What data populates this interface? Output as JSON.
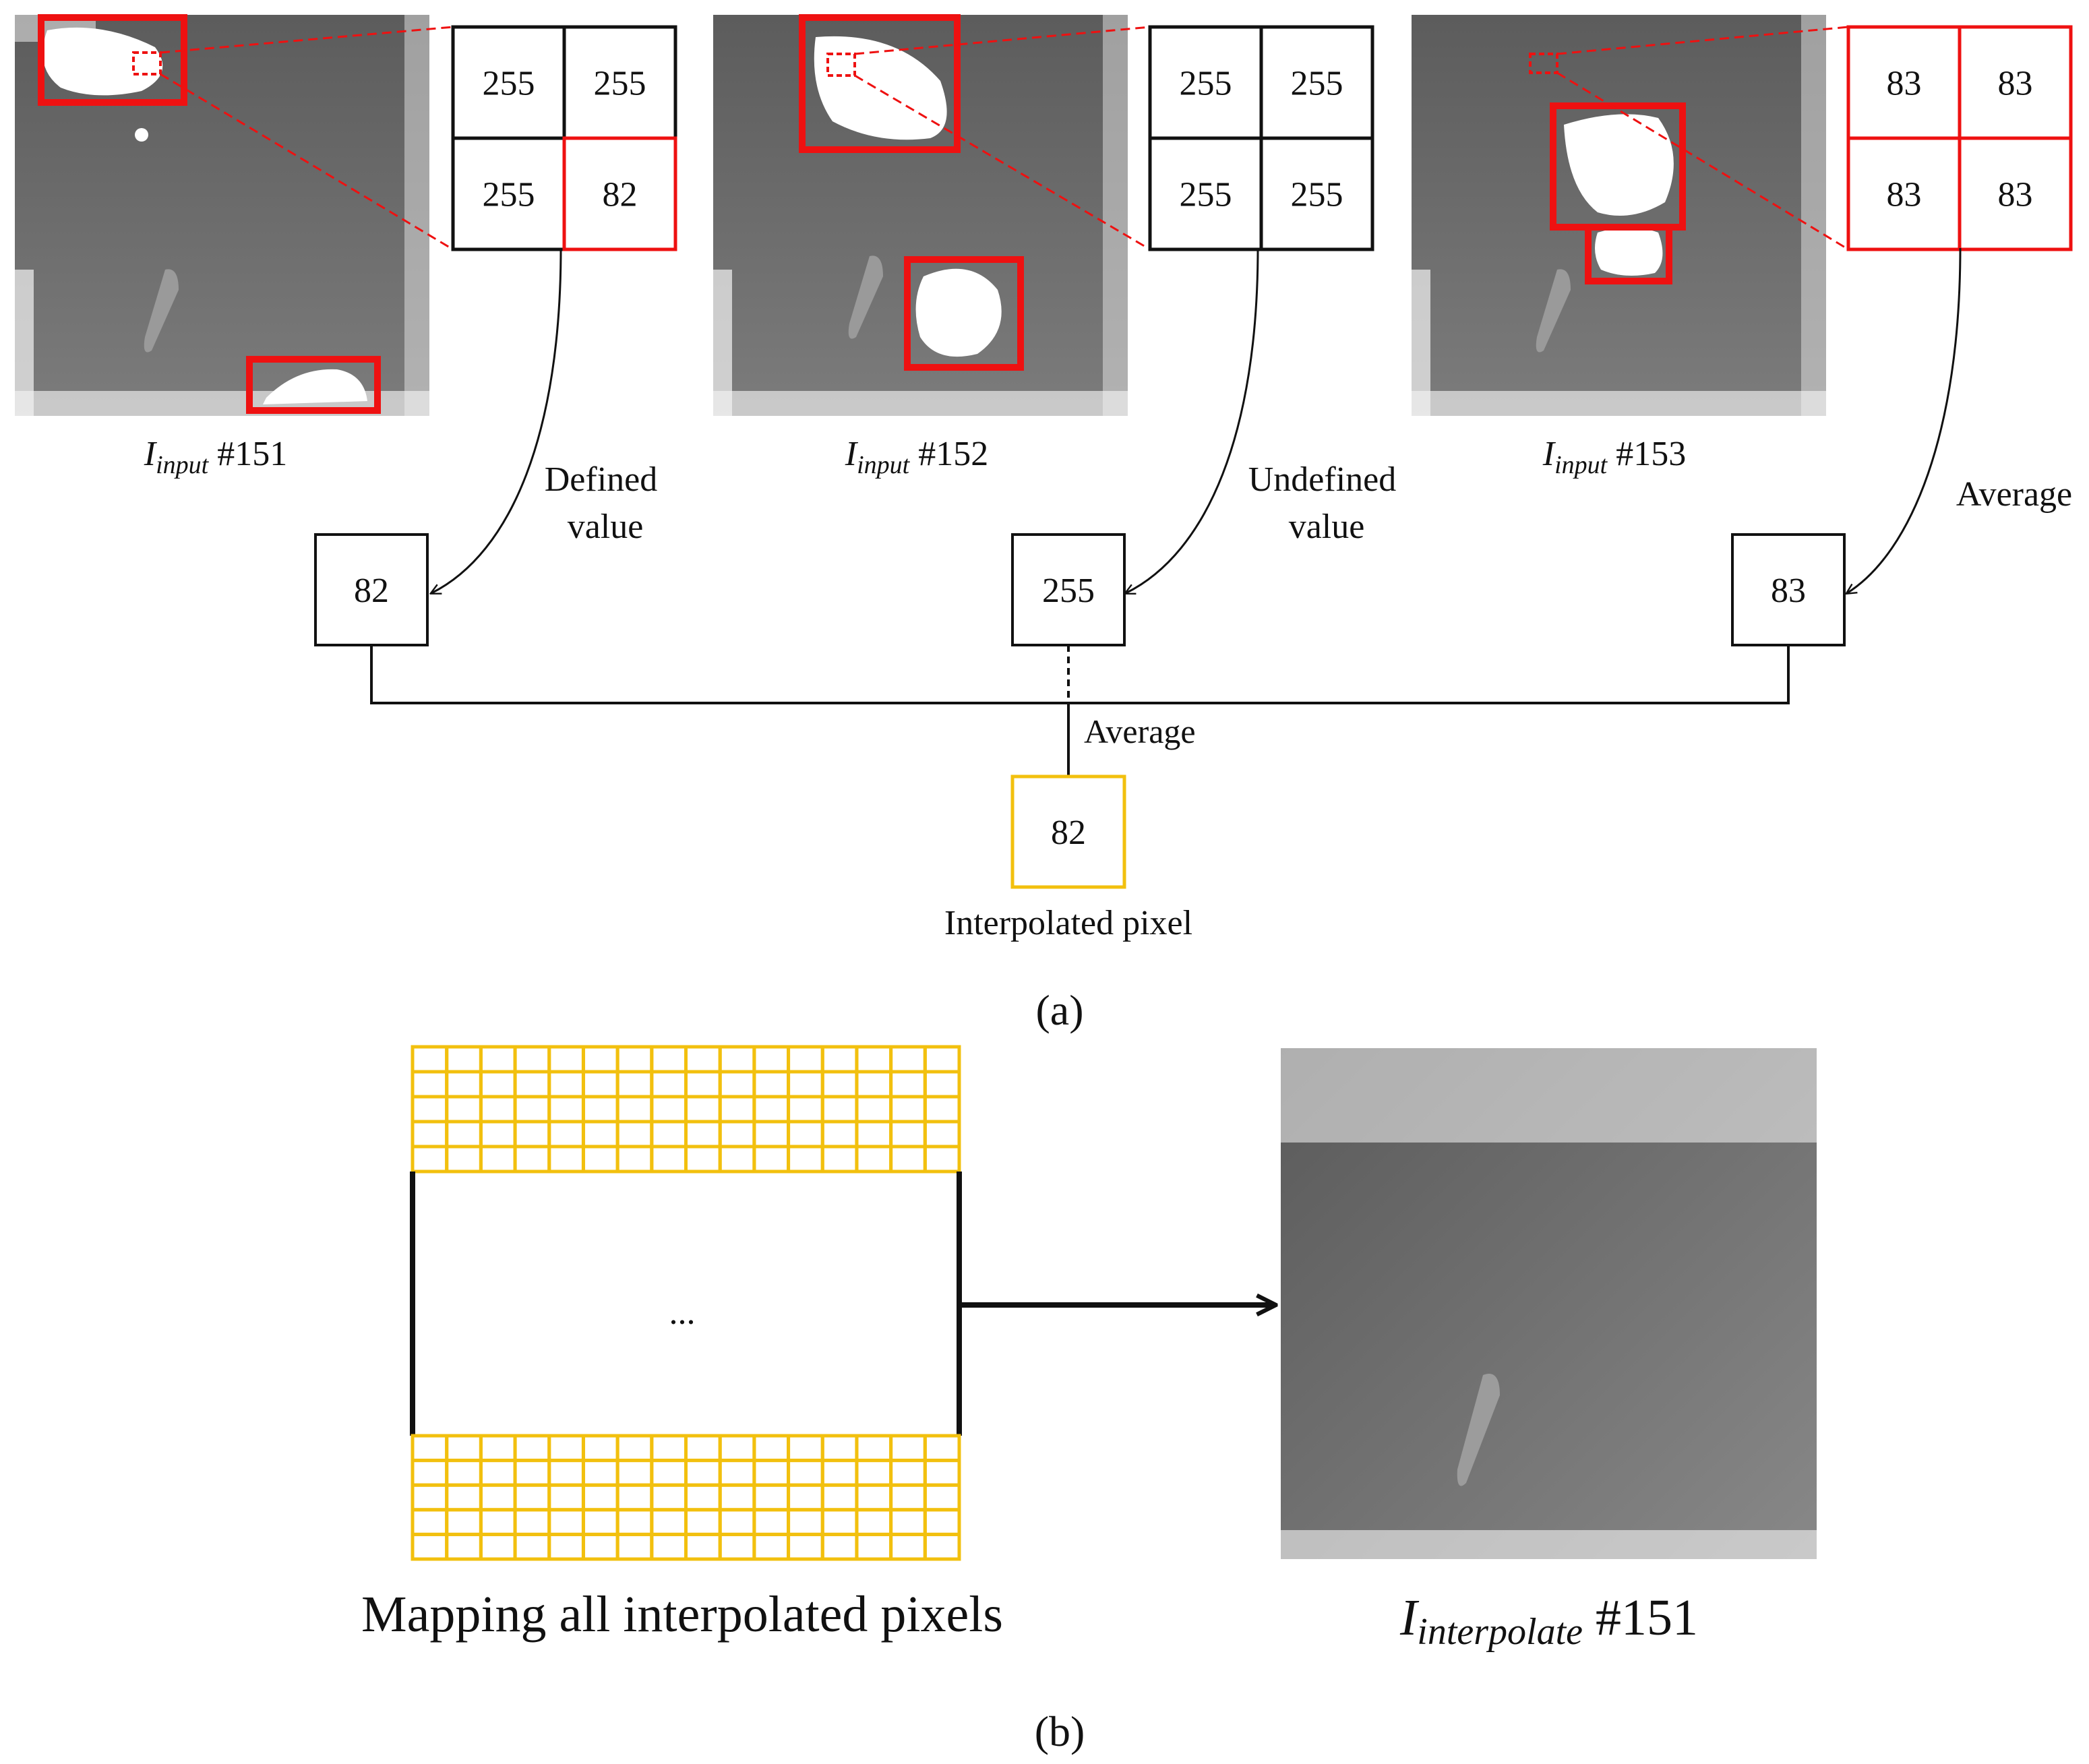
{
  "panel_a": {
    "frames": [
      {
        "label_var": "I",
        "label_sub": "input",
        "label_num": " #151",
        "zoom_values": [
          "255",
          "255",
          "255",
          "82"
        ],
        "highlighted_cells": [
          3
        ],
        "annotation_lines": [
          "Defined",
          "value"
        ],
        "selected_value": "82"
      },
      {
        "label_var": "I",
        "label_sub": "input",
        "label_num": " #152",
        "zoom_values": [
          "255",
          "255",
          "255",
          "255"
        ],
        "highlighted_cells": [],
        "annotation_lines": [
          "Undefined",
          "value"
        ],
        "selected_value": "255"
      },
      {
        "label_var": "I",
        "label_sub": "input",
        "label_num": " #153",
        "zoom_values": [
          "83",
          "83",
          "83",
          "83"
        ],
        "highlighted_cells": [
          0,
          1,
          2,
          3
        ],
        "annotation_lines": [
          "Average"
        ],
        "selected_value": "83"
      }
    ],
    "merge_label": "Average",
    "result_value": "82",
    "result_label": "Interpolated pixel",
    "caption": "(a)"
  },
  "panel_b": {
    "grid_label": "Mapping all interpolated pixels",
    "ellipsis": "...",
    "output_var": "I",
    "output_sub": "interpolate",
    "output_num": " #151",
    "caption": "(b)"
  },
  "colors": {
    "highlight_red": "#ee1111",
    "interpolated_yellow": "#f2c00e",
    "line": "#111111",
    "depth_gray": "#6f6f6f"
  }
}
